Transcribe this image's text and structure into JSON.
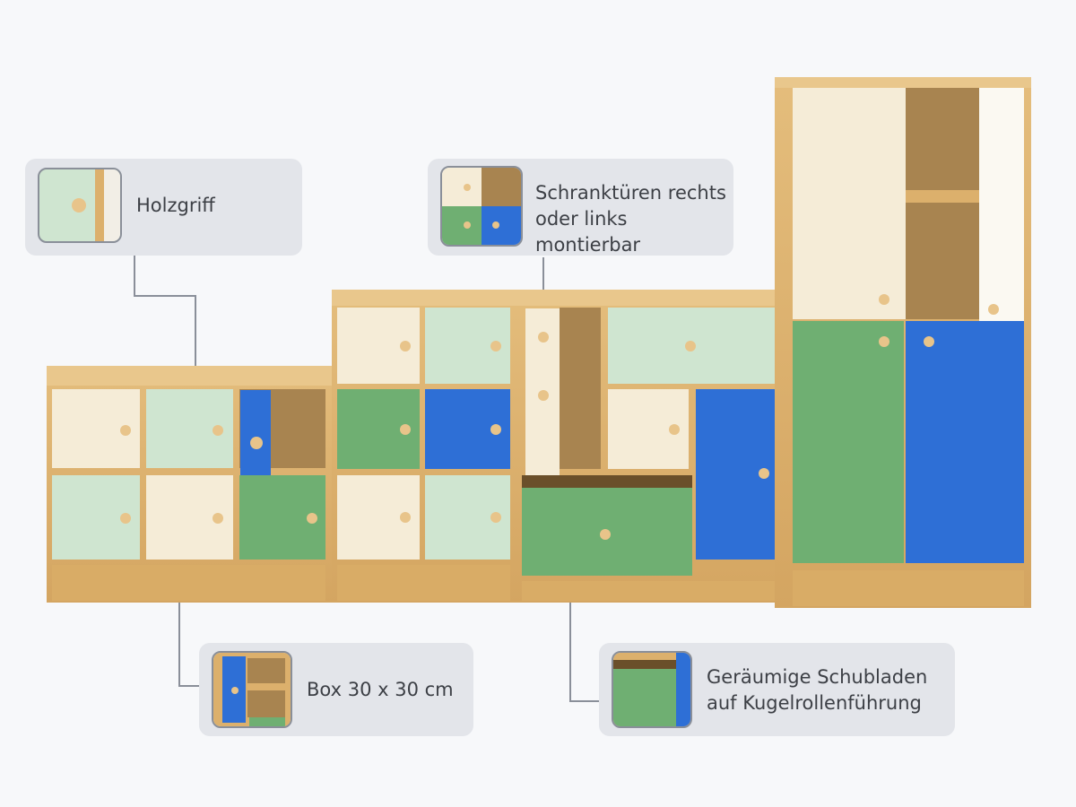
{
  "callouts": {
    "holzgriff": {
      "label": "Holzgriff",
      "thumb_icon": "wood-handle-closeup"
    },
    "schranktueren": {
      "label": "Schranktüren rechts\noder links montierbar",
      "thumb_icon": "door-color-grid"
    },
    "box": {
      "label": "Box 30 x 30 cm",
      "thumb_icon": "open-box-with-blue-door"
    },
    "schubladen": {
      "label": "Geräumige Schubladen\nauf Kugelrollenführung",
      "thumb_icon": "open-green-drawer"
    }
  },
  "colors": {
    "wood": "#dcb06c",
    "cream": "#f5ecd7",
    "mint": "#cfe5d0",
    "green": "#6faf72",
    "blue": "#2e6fd6",
    "knob": "#e8c48a"
  }
}
